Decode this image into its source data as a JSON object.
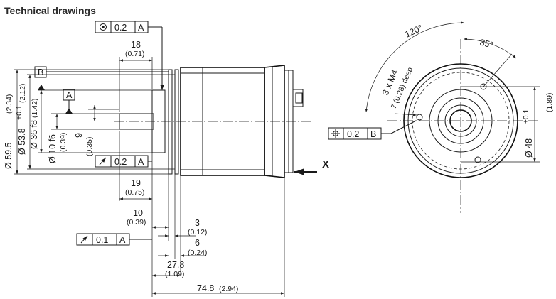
{
  "heading": "Technical drawings",
  "side_view": {
    "datum_b": "B",
    "datum_a": "A",
    "concentricity_frame": {
      "symbol": "concentricity-icon",
      "value": "0.2",
      "datum": "A"
    },
    "runout_frame_upper": {
      "symbol": "runout-arrow-icon",
      "value": "0.2",
      "datum": "A"
    },
    "runout_frame_lower": {
      "symbol": "runout-arrow-icon",
      "value": "0.1",
      "datum": "A"
    },
    "dim_18": {
      "value": "18",
      "inch": "(0.71)"
    },
    "dim_19": {
      "value": "19",
      "inch": "(0.75)"
    },
    "dim_10": {
      "value": "10",
      "inch": "(0.39)"
    },
    "dim_3": {
      "value": "3",
      "inch": "(0.12)"
    },
    "dim_6": {
      "value": "6",
      "inch": "(0.24)"
    },
    "dim_27_8": {
      "value": "27.8",
      "inch": "(1.09)"
    },
    "dim_74_8": {
      "value": "74.8",
      "inch": "(2.94)"
    },
    "dim_59_5": {
      "value": "Ø 59.5",
      "inch": "(2.34)"
    },
    "dim_53_8": {
      "value": "Ø 53.8",
      "tol": "+0.1",
      "inch": "(2.12)"
    },
    "dim_36": {
      "value": "Ø 36 f8",
      "inch": "(1.42)"
    },
    "dim_10f6": {
      "value": "Ø 10 f6",
      "inch": "(0.39)"
    },
    "dim_9": {
      "value": "9",
      "inch": "(0.35)"
    },
    "view_label": "X"
  },
  "front_view": {
    "angle_120": "120°",
    "angle_35": "35°",
    "thread_line1": "3 x M4",
    "thread_line2": "7 (0.28) deep",
    "position_frame": {
      "symbol": "position-icon",
      "value": "0.2",
      "datum": "B"
    },
    "dim_48": {
      "value": "Ø 48",
      "tol": "±0.1",
      "inch": "(1.89)"
    }
  }
}
